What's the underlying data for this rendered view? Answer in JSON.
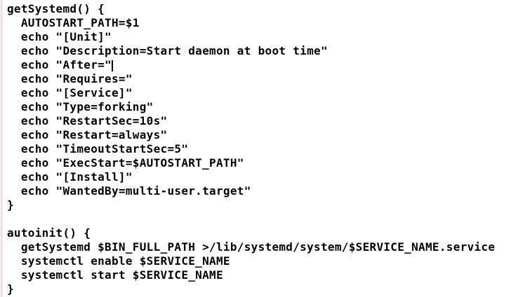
{
  "colors": {
    "background": "#ffffff",
    "text": "#000000",
    "caret": "#000000"
  },
  "editor": {
    "caret": {
      "line": 4
    },
    "lines": [
      "getSystemd() {",
      "  AUTOSTART_PATH=$1",
      "  echo \"[Unit]\"",
      "  echo \"Description=Start daemon at boot time\"",
      "  echo \"After=\"",
      "  echo \"Requires=\"",
      "  echo \"[Service]\"",
      "  echo \"Type=forking\"",
      "  echo \"RestartSec=10s\"",
      "  echo \"Restart=always\"",
      "  echo \"TimeoutStartSec=5\"",
      "  echo \"ExecStart=$AUTOSTART_PATH\"",
      "  echo \"[Install]\"",
      "  echo \"WantedBy=multi-user.target\"",
      "}",
      "",
      "autoinit() {",
      "  getSystemd $BIN_FULL_PATH >/lib/systemd/system/$SERVICE_NAME.service",
      "  systemctl enable $SERVICE_NAME",
      "  systemctl start $SERVICE_NAME",
      "}"
    ]
  }
}
